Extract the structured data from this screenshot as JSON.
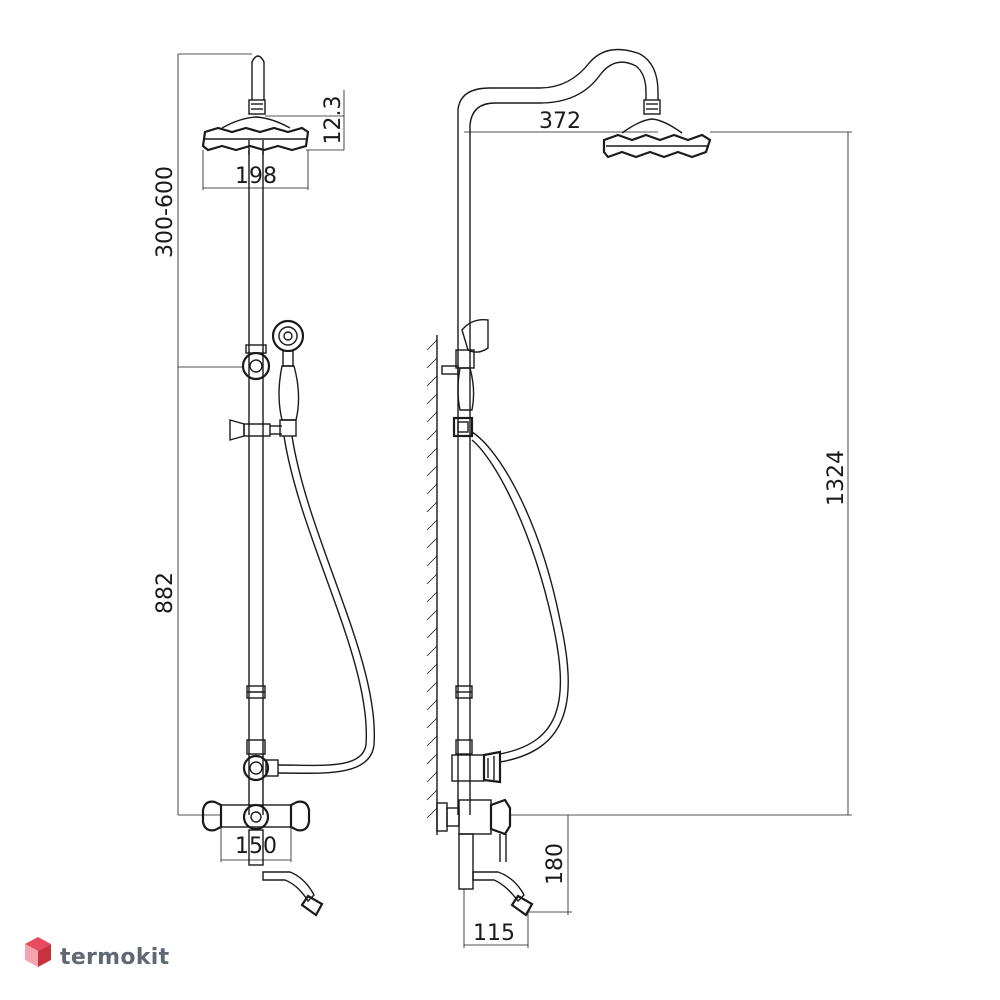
{
  "front_view": {
    "dimensions": {
      "head_height": "12.3",
      "head_diameter": "198",
      "head_adjust_range": "300-600",
      "mixer_to_holder": "882",
      "inlet_spacing": "150"
    }
  },
  "side_view": {
    "dimensions": {
      "arm_reach": "372",
      "total_height": "1324",
      "spout_height": "180",
      "spout_reach": "115"
    }
  },
  "watermark": {
    "text": "termokit",
    "colors": {
      "top": "#e84a5f",
      "left": "#f6a5b0",
      "right": "#c8323f",
      "text": "#5f6873"
    }
  }
}
